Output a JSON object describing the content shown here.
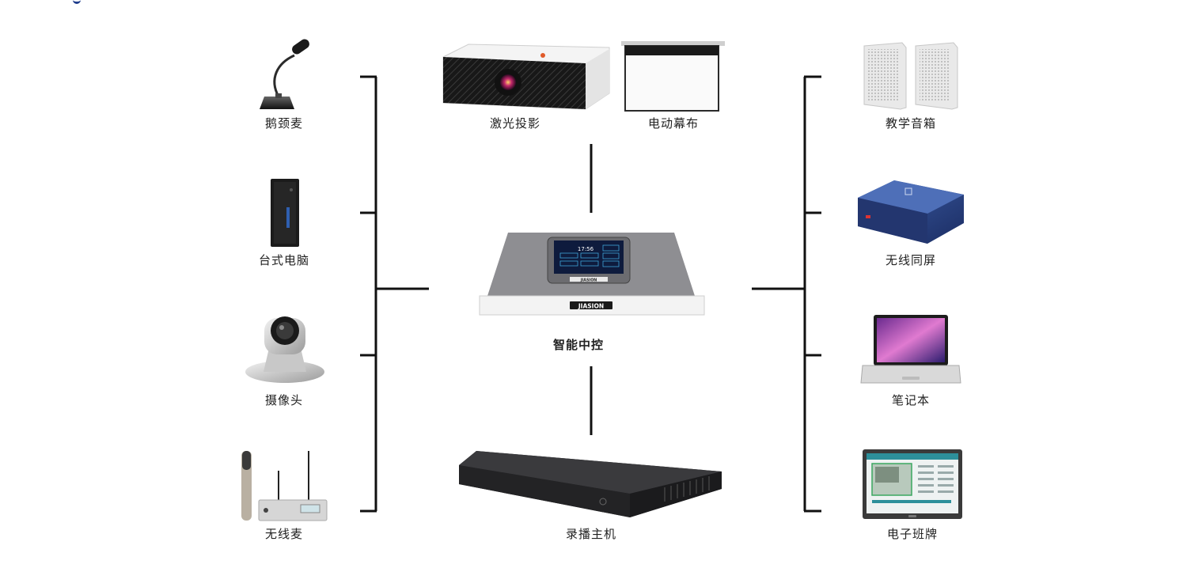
{
  "devices": {
    "gooseneck_mic": "鹅颈麦",
    "desktop_pc": "台式电脑",
    "camera": "摄像头",
    "wireless_mic": "无线麦",
    "laser_projector": "激光投影",
    "electric_screen": "电动幕布",
    "teaching_speaker": "教学音箱",
    "wireless_screen_share": "无线同屏",
    "laptop": "笔记本",
    "class_board": "电子班牌",
    "central_control": "智能中控",
    "recording_host": "录播主机"
  },
  "brand": {
    "controller_logo": "JIASION",
    "panel_logo": "JIASION",
    "panel_time": "17:56"
  },
  "colors": {
    "line": "#111111",
    "accent": "#1e3c8c"
  }
}
